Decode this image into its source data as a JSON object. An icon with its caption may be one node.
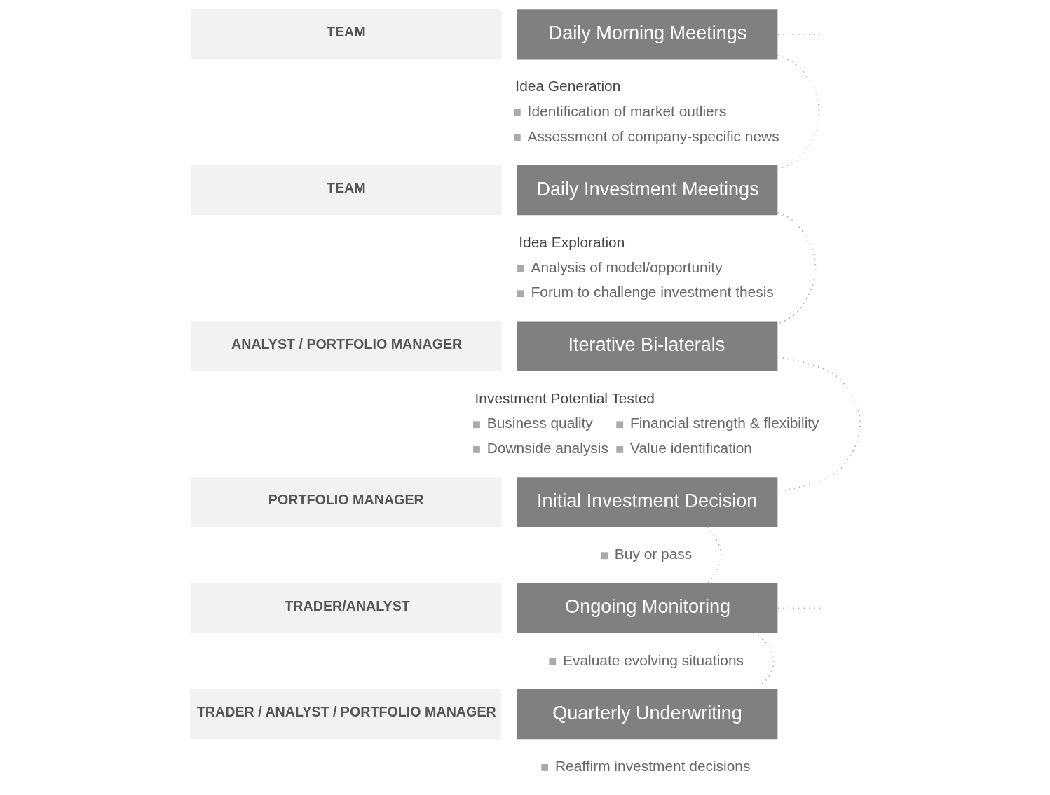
{
  "diagram": {
    "nodes": [
      {
        "text": [
          "TEAM"
        ]
      },
      {
        "text": [
          "Daily Morning Meetings"
        ],
        "beside": [
          "Idea Generation",
          "Identification of market outliers",
          "Assessment of company-specific news"
        ]
      },
      {
        "text": [
          "TEAM"
        ]
      },
      {
        "text": [
          "Daily Investment Meetings"
        ],
        "beside": [
          "Idea Exploration",
          "Analysis of model/opportunity",
          "Forum to challenge investment thesis"
        ]
      },
      {
        "text": [
          "ANALYST / PORTFOLIO MANAGER"
        ]
      },
      {
        "text": [
          "Iterative Bi-laterals"
        ],
        "beside": [
          "Investment Potential Tested",
          "Business quality",
          "Financial strength & flexibility",
          "Downside analysis",
          "Value identification"
        ]
      },
      {
        "text": [
          "PORTFOLIO MANAGER"
        ]
      },
      {
        "text": [
          "Initial Investment Decision"
        ],
        "beside": [
          "Buy or pass"
        ]
      },
      {
        "text": [
          "TRADER/ANALYST"
        ]
      },
      {
        "text": [
          "Ongoing Monitoring"
        ],
        "beside": [
          "Evaluate evolving situations"
        ]
      },
      {
        "text": [
          "TRADER / ANALYST / PORTFOLIO MANAGER"
        ]
      },
      {
        "text": [
          "Quarterly Underwriting"
        ],
        "beside": [
          "Reaffirm investment decisions"
        ]
      }
    ],
    "edges": [
      {
        "from": 1,
        "to": null,
        "arrow": "none",
        "style": "dashed"
      },
      {
        "from": 1,
        "to": 3,
        "arrow": "none",
        "style": "dashed"
      },
      {
        "from": 3,
        "to": 5,
        "arrow": "none",
        "style": "dashed"
      },
      {
        "from": 5,
        "to": 7,
        "arrow": "none",
        "style": "dashed"
      },
      {
        "from": 7,
        "to": 9,
        "arrow": "none",
        "style": "dashed"
      },
      {
        "from": 9,
        "to": null,
        "arrow": "none",
        "style": "dashed"
      },
      {
        "from": 9,
        "to": 11,
        "arrow": "none",
        "style": "dashed"
      }
    ]
  }
}
